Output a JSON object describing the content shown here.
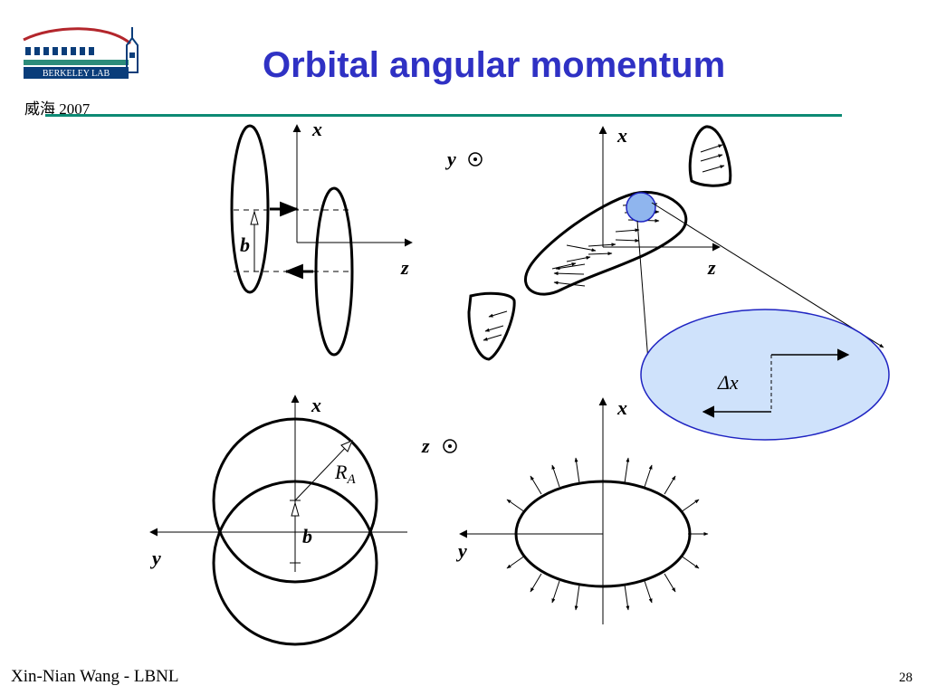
{
  "slide": {
    "title": "Orbital angular momentum",
    "subtitle": "威海 2007",
    "logo_text": "BERKELEY LAB",
    "footer_author": "Xin-Nian Wang - LBNL",
    "page_number": "28"
  },
  "diagram": {
    "top_left": {
      "axis_x": "x",
      "axis_z": "z",
      "impact": "b"
    },
    "top_right": {
      "axis_x": "x",
      "axis_z": "z",
      "out_of_plane": "y",
      "displacement": "Δx"
    },
    "bottom_left": {
      "axis_x": "x",
      "axis_y": "y",
      "radius": "R",
      "radius_sub": "A",
      "impact": "b"
    },
    "bottom_right": {
      "axis_x": "x",
      "axis_y": "y",
      "out_of_plane": "z"
    }
  },
  "colors": {
    "title": "#2f31c4",
    "rule": "#0d8a74",
    "bubble_fill": "#cfe2fb",
    "bubble_stroke": "#1f24c2"
  }
}
